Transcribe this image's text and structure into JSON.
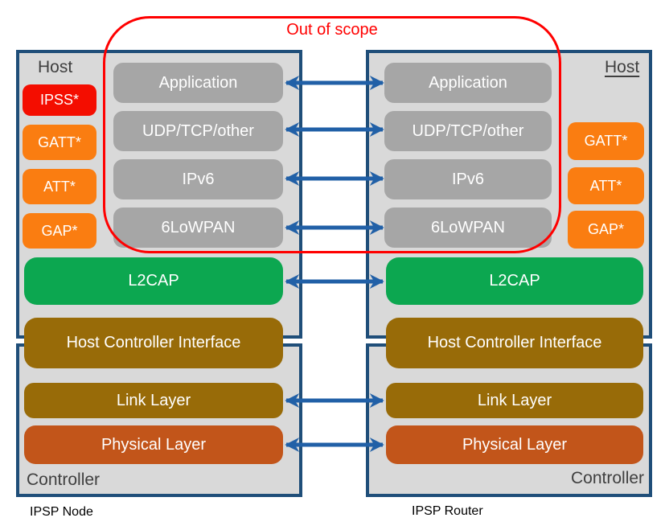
{
  "scope": {
    "label": "Out of scope"
  },
  "colors": {
    "page-bg": "#FFFFFF",
    "panel-fill": "#D9D9D9",
    "panel-border": "#1F4E79",
    "stack-fill": "#A6A6A6",
    "arrow-blue": "#2160A7",
    "scope-red": "#FF0000",
    "label-gray": "#3F3F3F",
    "caption-black": "#000000",
    "l2cap-green": "#0CA750",
    "olive-brown": "#986B08",
    "burnt-orange": "#C2551A",
    "badge-red": "#F40D00",
    "badge-orange": "#FA7D11"
  },
  "node": {
    "caption": "IPSP Node",
    "host_label": "Host",
    "controller_label": "Controller",
    "badges": [
      {
        "label": "IPSS*",
        "color": "#F40D00"
      },
      {
        "label": "GATT*",
        "color": "#FA7D11"
      },
      {
        "label": "ATT*",
        "color": "#FA7D11"
      },
      {
        "label": "GAP*",
        "color": "#FA7D11"
      }
    ],
    "stack": [
      {
        "label": "Application"
      },
      {
        "label": "UDP/TCP/other"
      },
      {
        "label": "IPv6"
      },
      {
        "label": "6LoWPAN"
      }
    ],
    "l2cap": "L2CAP",
    "hci": "Host Controller Interface",
    "link_layer": "Link Layer",
    "physical_layer": "Physical Layer"
  },
  "router": {
    "caption": "IPSP Router",
    "host_label": "Host",
    "controller_label": "Controller",
    "badges": [
      {
        "label": "GATT*",
        "color": "#FA7D11"
      },
      {
        "label": "ATT*",
        "color": "#FA7D11"
      },
      {
        "label": "GAP*",
        "color": "#FA7D11"
      }
    ],
    "stack": [
      {
        "label": "Application"
      },
      {
        "label": "UDP/TCP/other"
      },
      {
        "label": "IPv6"
      },
      {
        "label": "6LoWPAN"
      }
    ],
    "l2cap": "L2CAP",
    "hci": "Host Controller Interface",
    "link_layer": "Link Layer",
    "physical_layer": "Physical Layer"
  }
}
